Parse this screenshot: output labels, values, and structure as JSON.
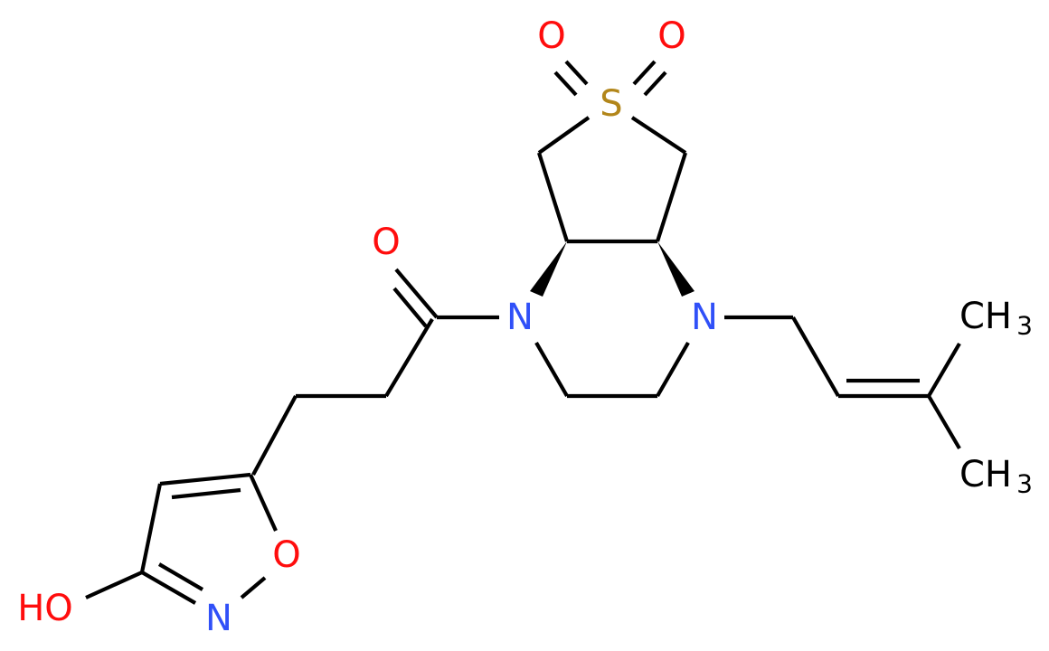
{
  "molecule": {
    "description": "2D skeletal structure: hexahydro-thieno[3,4-b]pyrazine 6,6-dioxide core, N-acylated with 3-(3-hydroxyisoxazol-5-yl)propanoyl and N-alkylated with 3-methylbut-2-enyl (prenyl)",
    "colors": {
      "bond": "#000000",
      "oxygen": "#ff0d0d",
      "nitrogen": "#3050f8",
      "sulfur": "#b2861a",
      "carbon_label": "#000000",
      "background": "#ffffff"
    },
    "atoms": {
      "sulfone_o_left": "O",
      "sulfone_o_right": "O",
      "sulfur": "S",
      "carbonyl_o": "O",
      "n_acyl": "N",
      "n_alkyl": "N",
      "methyl_top": "CH",
      "methyl_top_sub": "3",
      "methyl_bottom": "CH",
      "methyl_bottom_sub": "3",
      "isoxazole_o": "O",
      "isoxazole_n": "N",
      "hydroxyl": "HO"
    },
    "stereo": {
      "wedges": [
        "C4a-H toward N left (bold wedge)",
        "C7a-H toward N right (bold wedge)"
      ]
    }
  }
}
